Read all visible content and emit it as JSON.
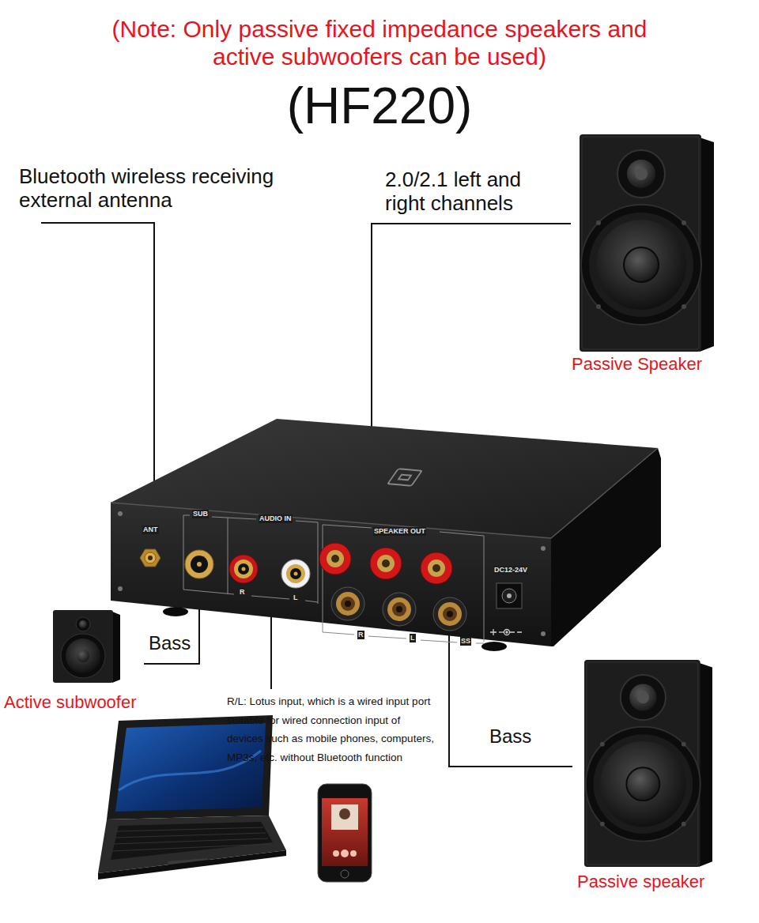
{
  "diagram": {
    "title": "(HF220)",
    "labels": [
      "(Note: Only passive fixed impedance speakers and active subwoofers can be used)",
      "Bluetooth wireless receiving external antenna",
      "2.0/2.1 left and right channels",
      "Passive Speaker",
      "ANT",
      "SUB",
      "AUDIO IN",
      "R",
      "L",
      "SPEAKER OUT",
      "R",
      "L",
      "SS",
      "DC12-24V",
      "Bass",
      "Active subwoofer",
      "R/L: Lotus input, which is a wired input port suitable for wired connection input of devices such as mobile phones, computers, MP3s, etc. without Bluetooth function",
      "Bass",
      "Passive speaker"
    ]
  }
}
